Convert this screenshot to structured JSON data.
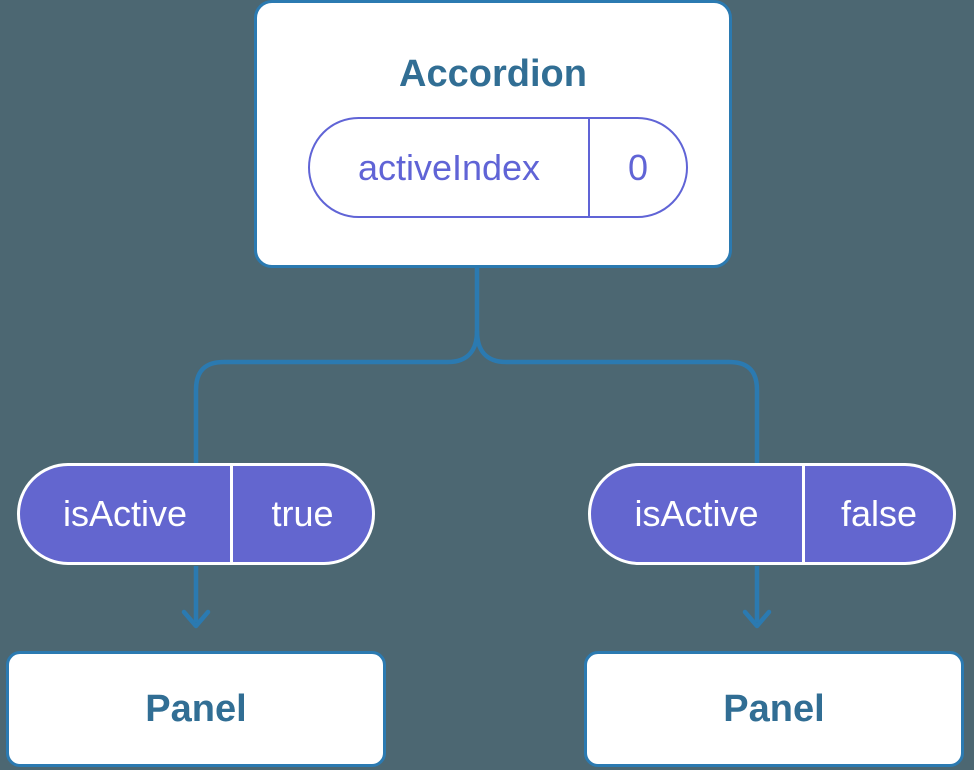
{
  "colors": {
    "background": "#4c6772",
    "connector": "#2b7ab1",
    "card_text": "#316e94",
    "card_bg": "#ffffff",
    "prop_pill_bg": "#6366cf",
    "prop_pill_text": "#ffffff",
    "state_pill_border": "#6064d6",
    "state_pill_text": "#6064d6"
  },
  "diagram": {
    "root": {
      "title": "Accordion",
      "state": {
        "name": "activeIndex",
        "value": "0"
      }
    },
    "children": [
      {
        "prop": {
          "name": "isActive",
          "value": "true"
        },
        "panel": {
          "label": "Panel"
        }
      },
      {
        "prop": {
          "name": "isActive",
          "value": "false"
        },
        "panel": {
          "label": "Panel"
        }
      }
    ]
  }
}
